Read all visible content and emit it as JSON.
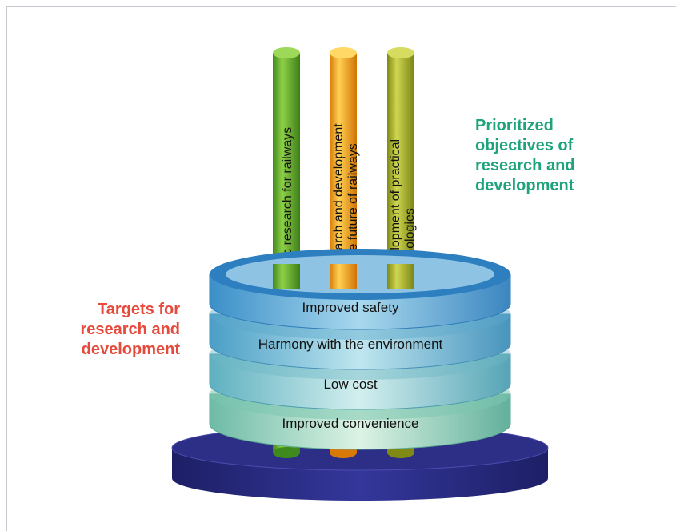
{
  "colors": {
    "targets_label": "#e64a3c",
    "objectives_label": "#1fa37c",
    "base_disc": "#2d2f86",
    "pillar_green": "#6ab52e",
    "pillar_orange": "#f3a620",
    "pillar_olive": "#aab52a",
    "ring_top": "#2e7fc0"
  },
  "labels": {
    "targets": "Targets for\nresearch and\ndevelopment",
    "objectives": "Prioritized\nobjectives of\nresearch and\ndevelopment"
  },
  "pillars": [
    {
      "line1": "Basic research for railways",
      "line2": ""
    },
    {
      "line1": "Research and development",
      "line2": "for the future of railways"
    },
    {
      "line1": "Development of practical",
      "line2": "technologies"
    }
  ],
  "rings": [
    {
      "label": "Improved safety"
    },
    {
      "label": "Harmony with the environment"
    },
    {
      "label": "Low cost"
    },
    {
      "label": "Improved convenience"
    }
  ]
}
